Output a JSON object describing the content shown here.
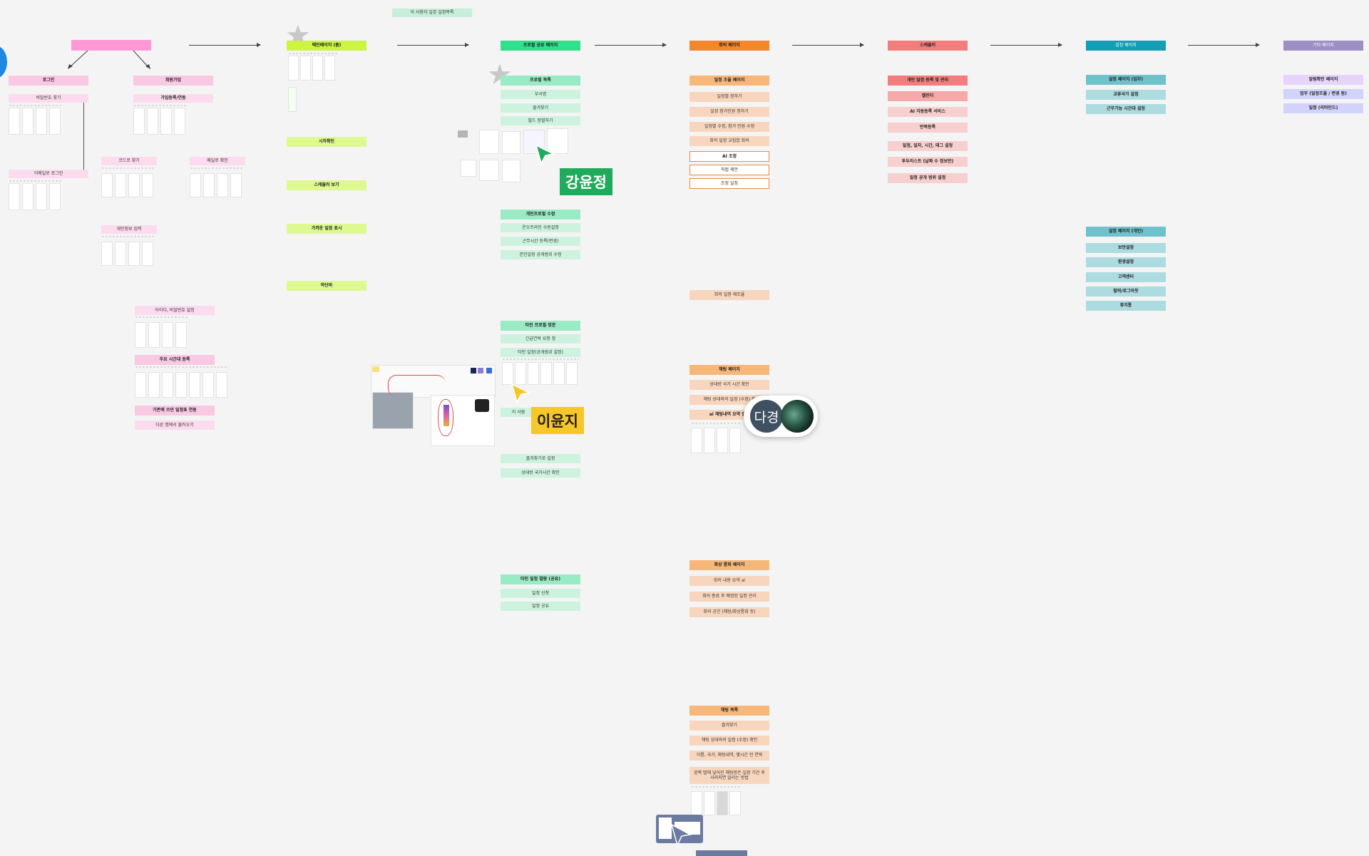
{
  "colors": {
    "background": "#f4f4f4",
    "pink": "#f9c8e2",
    "pink_light": "#fbdbed",
    "pink_main": "#ff99d6",
    "lime": "#ddf98f",
    "lime_main": "#cbf542",
    "green_main": "#2fe08c",
    "green": "#99ebc5",
    "green_light": "#cdf3df",
    "orange_main": "#f3872c",
    "orange": "#f6b779",
    "orange_light": "#f8d6be",
    "red_main": "#f37d7d",
    "red_light": "#f7a9a9",
    "red_pale": "#f8cfcf",
    "teal_main": "#139eb5",
    "teal": "#6fc2cb",
    "teal_light": "#acdbe0",
    "purple_main": "#9c8fc5",
    "lavender": "#e5d4fb",
    "lavender_blue": "#d2d3fa",
    "cursor_green": "#1fab5b",
    "cursor_yellow": "#f6c729"
  },
  "top_note": "이 사용자 일본 일정목록",
  "col1": {
    "root_label": "",
    "login": "로그인",
    "find_password": "비밀번호 찾기",
    "email_login": "이메일로 로그인",
    "signup": "회원가입",
    "signup_link": "가입등록/연동",
    "find_code": "코드로 찾기",
    "email_check": "메일로 확인",
    "personal_info": "개인정보 입력",
    "id_password": "아이디, 비밀번호 설정",
    "main_time": "주요 시간대 등록",
    "calendar_link": "기존에 쓰던 일정표 연동",
    "calendar_import": "다른 앱에서 불러오기"
  },
  "col2": {
    "main": "메인페이지 (홈)",
    "time_check": "시차확인",
    "schedule_view": "스케줄러 보기",
    "global_schedule": "가까운 일정 표시",
    "misc": "하단바"
  },
  "col3": {
    "main": "프로필 공유 페이지",
    "profile_list": "프로필 목록",
    "item1": "부서명",
    "item2": "즐겨찾기",
    "item3": "필드 정렬하기",
    "edit_main": "개인프로필 수정",
    "edit1": "온오프라인 수동설정",
    "edit2": "근무시간 등록(변경)",
    "edit3": "본인일정 공개범위 수정",
    "visit_main": "타인 프로필 방문",
    "visit1": "긴급연락 요청 창",
    "visit2": "타인 일정(공개범위 설정)",
    "visit3": "이 사람",
    "fav_setting": "즐겨찾기로 설정",
    "partner_time": "상대방 국가시간 확인",
    "view_main": "타인 일정 열람 (공유)",
    "view1": "일정 신청",
    "view2": "일정 공유"
  },
  "col4": {
    "main": "회의 페이지",
    "coord_main": "일정 조율 페이지",
    "coord1": "일정별 정하기",
    "coord2": "일정 참가인원 정하기",
    "coord3": "일정별 수정, 참가 인원 수정",
    "coord4": "회의 일정 교집합 회의",
    "ai1": "AI 조정",
    "ai2": "직접 제안",
    "ai3": "조정 일정",
    "resched": "회의 일정 재조율",
    "chat_main": "채팅 페이지",
    "chat1": "상대방 국가 시간 확인",
    "chat2": "채팅 상대와의 일정 (수정) 확",
    "chat3": "ai 채팅내역 요약 일정",
    "video_main": "화상 통화 페이지",
    "video1": "회의 내용 요약 ai",
    "video2": "회의 종료 후 예정된 일정 관리",
    "video3": "회의 공간 (채팅/화상통화 등)",
    "chatlist_main": "채팅 목록",
    "chatlist1": "즐겨찾기",
    "chatlist2": "채팅 상대와의 일정 (수정) 확인",
    "chatlist3": "이름, 국가, 채팅내역, 몇시간 전 연락",
    "chatlist4a": "왼쪽 탭에 넣어진 채팅방은 일정 기간 후",
    "chatlist4b": "사라지면 알리는 방법"
  },
  "col5": {
    "main": "스케줄러",
    "manage": "개인 일정 등록 및 관리",
    "calendar": "캘린더",
    "ai": "AI 자동등록 서비스",
    "repeat": "반복등록",
    "tags": "일정, 일자, 시간, 태그 설정",
    "todo": "투두리스트 (날짜 수 정보만)",
    "scope": "일정 공개 범위 설정"
  },
  "col6": {
    "main": "설정 페이지",
    "work": "설정 페이지 (업무)",
    "work1": "교류국가 설정",
    "work2": "근무가능 시간대 설정",
    "personal": "설정 페이지 (개인)",
    "p1": "보안설정",
    "p2": "환경설정",
    "p3": "고객센터",
    "p4": "탈퇴/로그아웃",
    "p5": "휴지통"
  },
  "col7": {
    "main": "기타 페이지",
    "i1": "알림확인 페이지",
    "i2": "업무 (일정조율 / 변경 등)",
    "i3": "일정 (리마인드)"
  },
  "cursors": {
    "c1": "강윤정",
    "c2": "이윤지",
    "c3": "다경"
  }
}
